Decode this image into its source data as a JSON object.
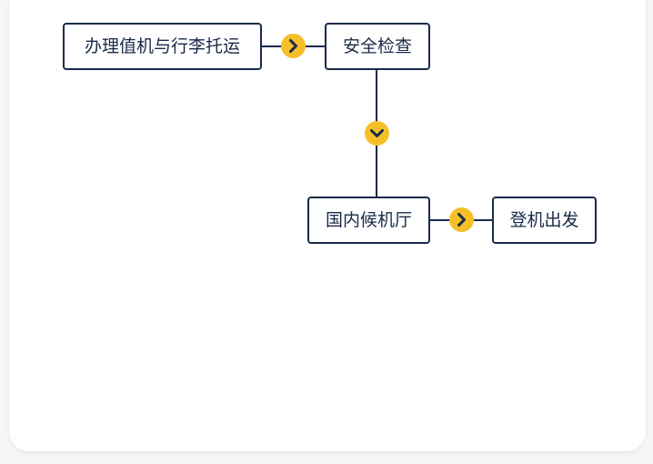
{
  "flow": {
    "steps": [
      {
        "label": "办理值机与行李托运"
      },
      {
        "label": "安全检查"
      },
      {
        "label": "国内候机厅"
      },
      {
        "label": "登机出发"
      }
    ],
    "connectors": [
      {
        "from": "办理值机与行李托运",
        "to": "安全检查",
        "direction": "right",
        "icon": "chevron-right-icon"
      },
      {
        "from": "安全检查",
        "to": "国内候机厅",
        "direction": "down",
        "icon": "chevron-down-icon"
      },
      {
        "from": "国内候机厅",
        "to": "登机出发",
        "direction": "right",
        "icon": "chevron-right-icon"
      }
    ]
  },
  "colors": {
    "box_border": "#1a2a4a",
    "text": "#1a2a4a",
    "arrow_fill": "#f5bf27",
    "arrow_glyph": "#1a2a4a",
    "background": "#ffffff"
  }
}
